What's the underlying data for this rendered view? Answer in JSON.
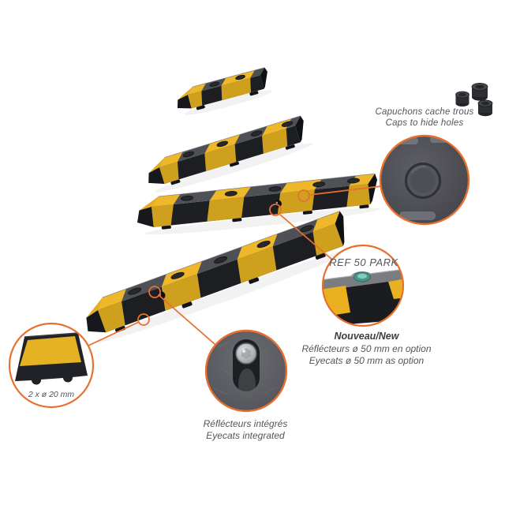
{
  "annotations": {
    "caps": {
      "line1": "Capuchons cache trous",
      "line2": "Caps to hide holes"
    },
    "ref": {
      "label": "REF 50 PARK"
    },
    "nouveau": {
      "title": "Nouveau/New",
      "line1": "Réflécteurs ø 50 mm en option",
      "line2": "Eyecats ø 50 mm as option"
    },
    "eyecats": {
      "line1": "Réflécteurs intégrés",
      "line2": "Eyecats integrated"
    },
    "section": {
      "label": "2 x ø 20 mm"
    }
  },
  "colors": {
    "accent_orange": "#E8702E",
    "stripe_yellow_top": "#EEB82A",
    "stripe_yellow_front": "#CF9F1E",
    "rubber_black": "#1D1E21",
    "text_gray": "#54555A"
  },
  "icons": [
    "rubber-cap-icon",
    "parking-block-icon",
    "magnifier-callout-circle",
    "cross-section-icon",
    "eyecat-screw-icon"
  ]
}
